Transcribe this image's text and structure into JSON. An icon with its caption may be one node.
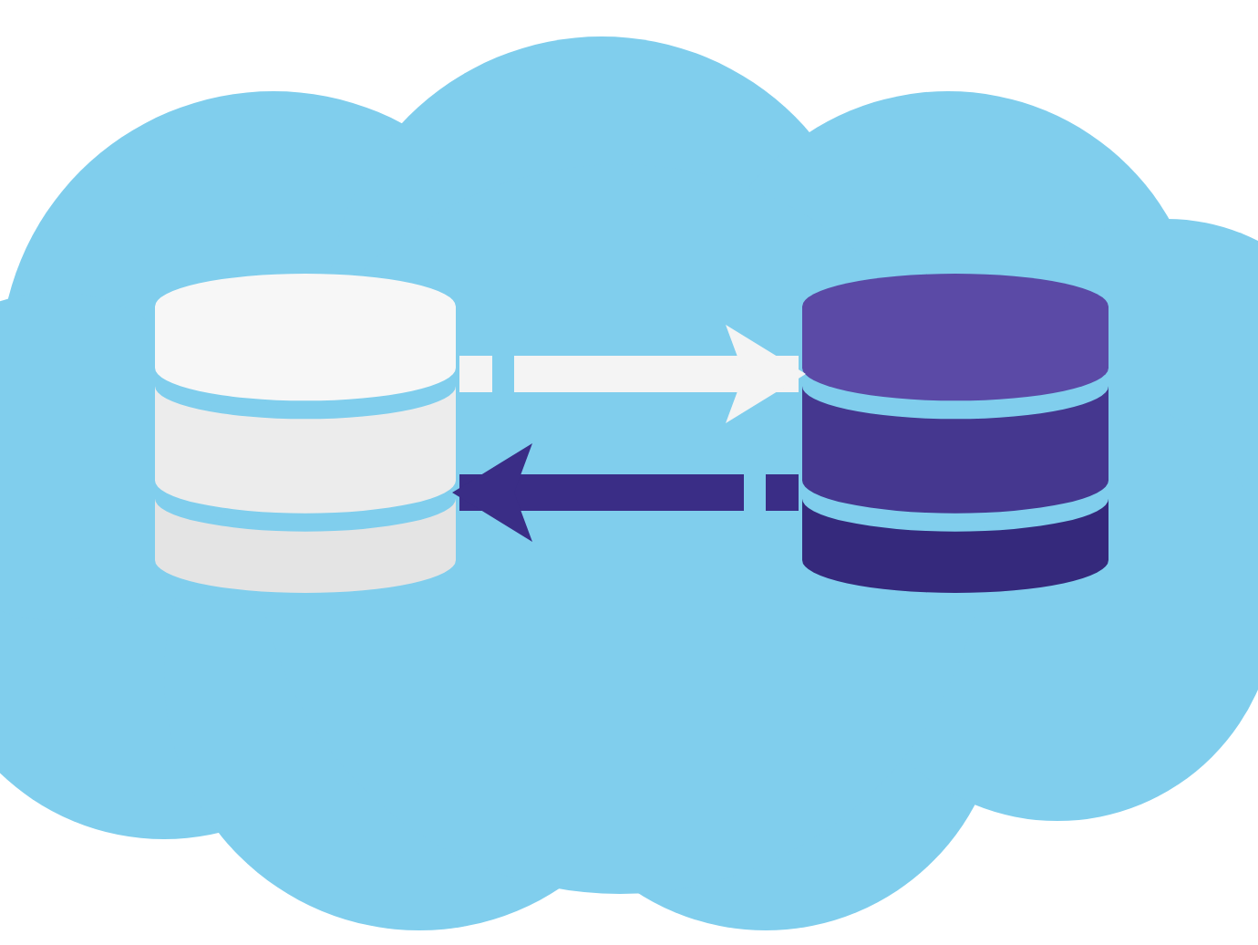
{
  "diagram": {
    "nodes": [
      {
        "text": [],
        "shape": "cloud"
      },
      {
        "text": [],
        "shape": "cylinder",
        "in": 0
      },
      {
        "text": [],
        "shape": "cylinder",
        "in": 0
      }
    ],
    "edges": [
      {
        "from": 1,
        "to": 2,
        "arrow": "to",
        "style": "dashed",
        "color": "#f4f4f4"
      },
      {
        "from": 2,
        "to": 1,
        "arrow": "to",
        "style": "dashed",
        "color": "#3a2d86"
      }
    ]
  }
}
